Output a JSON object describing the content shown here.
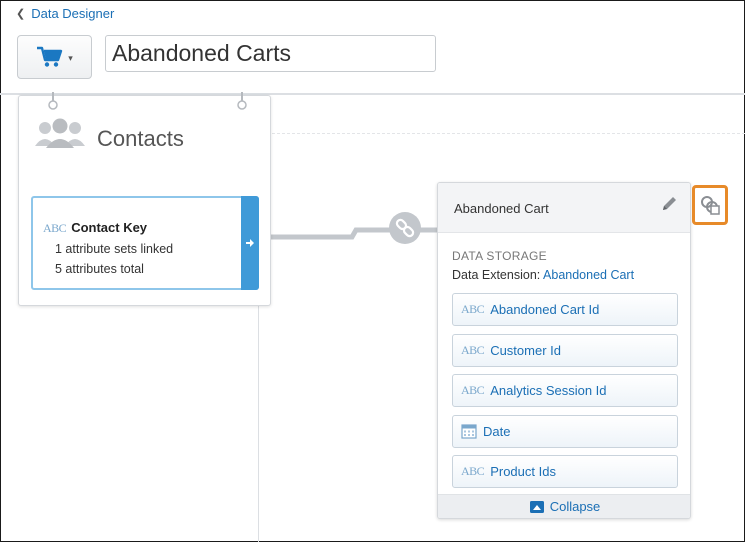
{
  "breadcrumb": {
    "label": "Data Designer",
    "icon": "chevron-left-icon"
  },
  "header": {
    "icon_button": {
      "icon": "shopping-cart-icon",
      "caret": "caret-down-icon"
    },
    "title_value": "Abandoned Carts"
  },
  "contacts_card": {
    "icon": "people-icon",
    "title": "Contacts",
    "key": {
      "type_label": "ABC",
      "title": "Contact Key",
      "line1": "1 attribute sets linked",
      "line2": "5 attributes total"
    }
  },
  "connector": {
    "icon": "link-icon"
  },
  "cart_card": {
    "title": "Abandoned Cart",
    "storage_label": "DATA STORAGE",
    "extension_prefix": "Data Extension: ",
    "extension_name": "Abandoned Cart",
    "fields": [
      {
        "type": "ABC",
        "label": "Abandoned Cart Id"
      },
      {
        "type": "ABC",
        "label": "Customer Id"
      },
      {
        "type": "ABC",
        "label": "Analytics Session Id"
      },
      {
        "type": "calendar",
        "label": "Date"
      },
      {
        "type": "ABC",
        "label": "Product Ids"
      }
    ],
    "collapse_label": "Collapse"
  },
  "colors": {
    "accent": "#1b6fb5",
    "key_tab": "#3f9ad8",
    "highlight": "#e78a29"
  }
}
